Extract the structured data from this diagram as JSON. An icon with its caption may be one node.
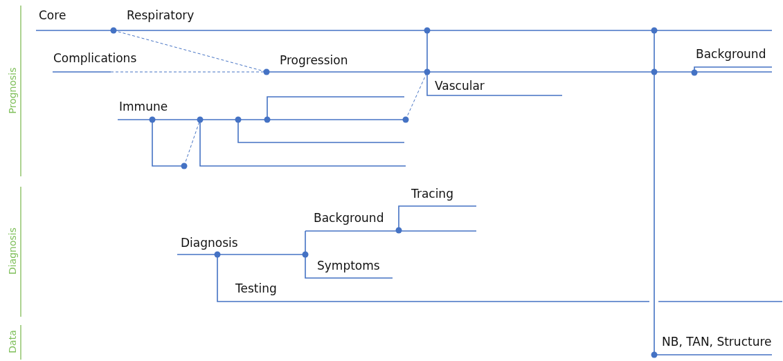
{
  "diagram": {
    "labels": [
      "Prognosis",
      "Core",
      "Respiratory",
      "Complications",
      "Progression",
      "Background",
      "Vascular",
      "Immune",
      "Diagnosis",
      "Tracing",
      "Background",
      "Diagnosis",
      "Symptoms",
      "Testing",
      "Data",
      "NB, TAN, Structure"
    ]
  }
}
